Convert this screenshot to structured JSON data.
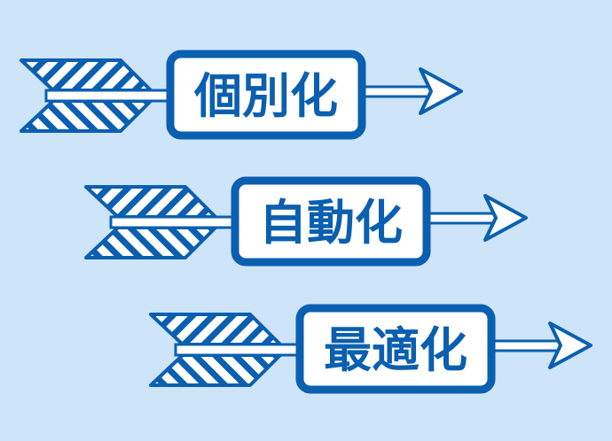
{
  "colors": {
    "background": "#cde4f9",
    "ink": "#0a5fb0",
    "fill": "#ffffff"
  },
  "arrows": [
    {
      "label": "個別化"
    },
    {
      "label": "自動化"
    },
    {
      "label": "最適化"
    }
  ]
}
